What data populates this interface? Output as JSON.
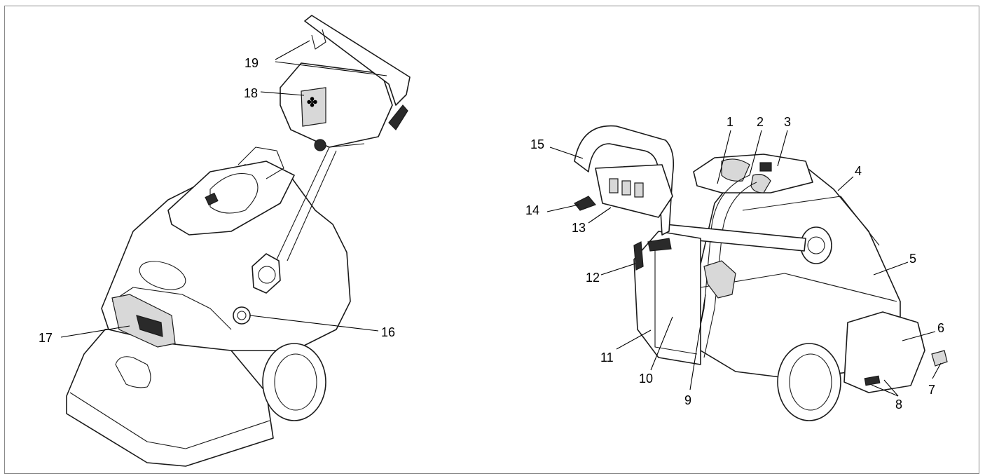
{
  "callouts": [
    {
      "id": "1",
      "label": "1"
    },
    {
      "id": "2",
      "label": "2"
    },
    {
      "id": "3",
      "label": "3"
    },
    {
      "id": "4",
      "label": "4"
    },
    {
      "id": "5",
      "label": "5"
    },
    {
      "id": "6",
      "label": "6"
    },
    {
      "id": "7",
      "label": "7"
    },
    {
      "id": "8",
      "label": "8"
    },
    {
      "id": "9",
      "label": "9"
    },
    {
      "id": "10",
      "label": "10"
    },
    {
      "id": "11",
      "label": "11"
    },
    {
      "id": "12",
      "label": "12"
    },
    {
      "id": "13",
      "label": "13"
    },
    {
      "id": "14",
      "label": "14"
    },
    {
      "id": "15",
      "label": "15"
    },
    {
      "id": "16",
      "label": "16"
    },
    {
      "id": "17",
      "label": "17"
    },
    {
      "id": "18",
      "label": "18"
    },
    {
      "id": "19",
      "label": "19"
    }
  ],
  "colors": {
    "line": "#000000",
    "frame": "#8a8a8a",
    "background": "#ffffff"
  }
}
